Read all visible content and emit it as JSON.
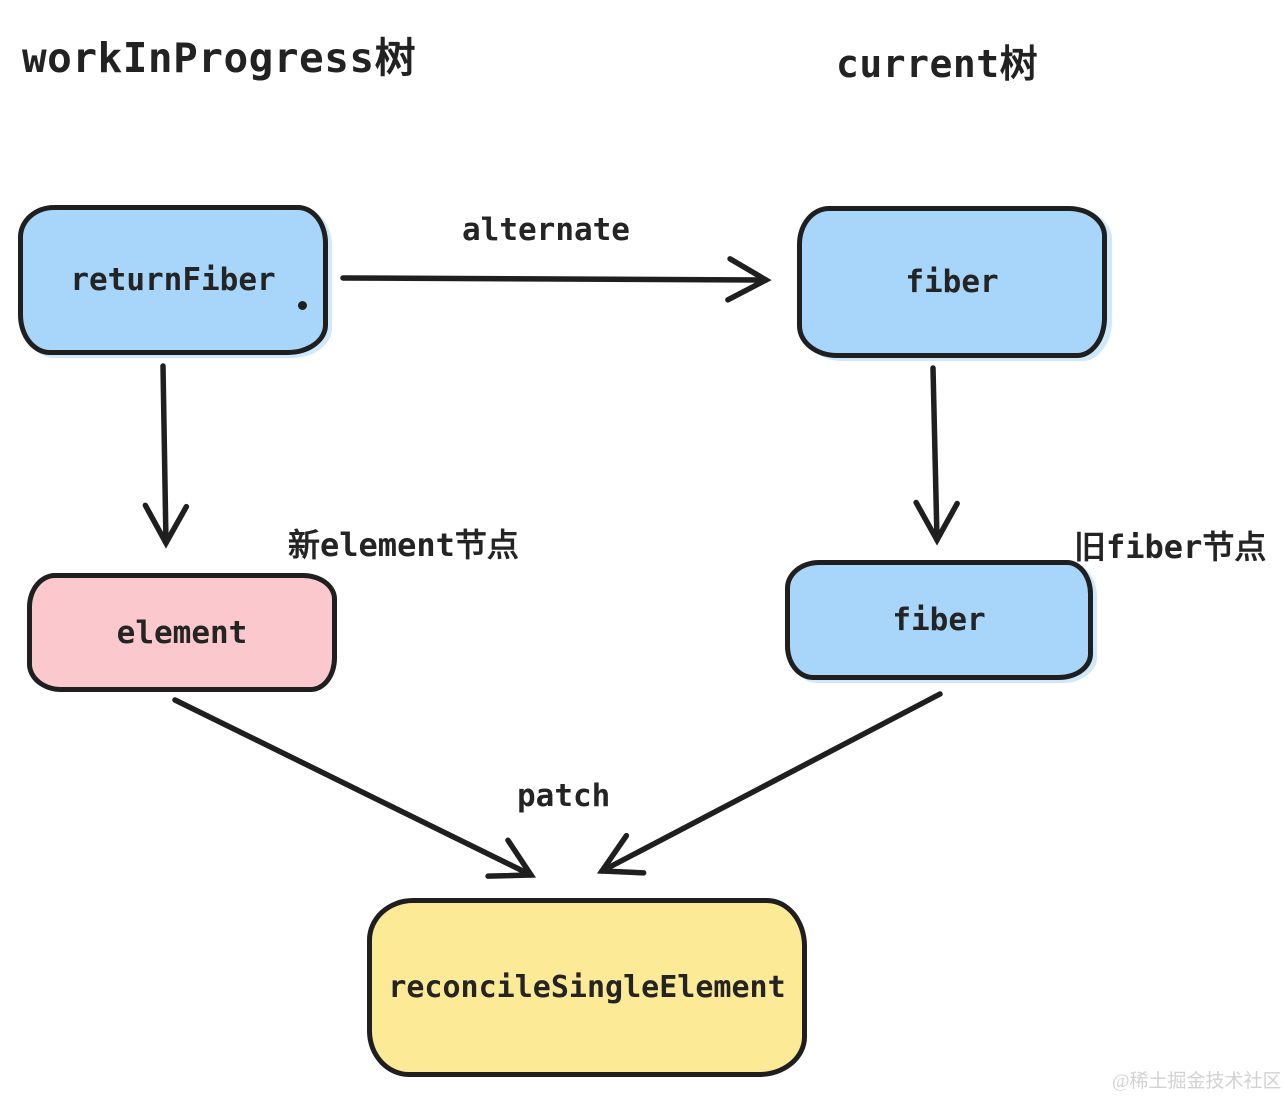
{
  "titles": {
    "left": "workInProgress树",
    "right": "current树"
  },
  "nodes": {
    "return_fiber": {
      "label": "returnFiber",
      "dot": ".",
      "fill": "#a7d6fa"
    },
    "fiber_current": {
      "label": "fiber",
      "fill": "#a7d6fa"
    },
    "element_new": {
      "label": "element",
      "fill": "#fbc9cd"
    },
    "fiber_old": {
      "label": "fiber",
      "fill": "#a7d6fa"
    },
    "reconcile": {
      "label": "reconcileSingleElement",
      "fill": "#fcea97"
    }
  },
  "edge_labels": {
    "alternate": "alternate",
    "patch": "patch"
  },
  "annotations": {
    "new_element": "新element节点",
    "old_fiber": "旧fiber节点"
  },
  "watermark": "@稀土掘金技术社区",
  "colors": {
    "ink": "#1f1f1f",
    "node_blue": "#a7d6fa",
    "node_pink": "#fbc9cd",
    "node_yellow": "#fcea97",
    "watermark_gray": "#d2d2d2",
    "background": "#ffffff"
  }
}
